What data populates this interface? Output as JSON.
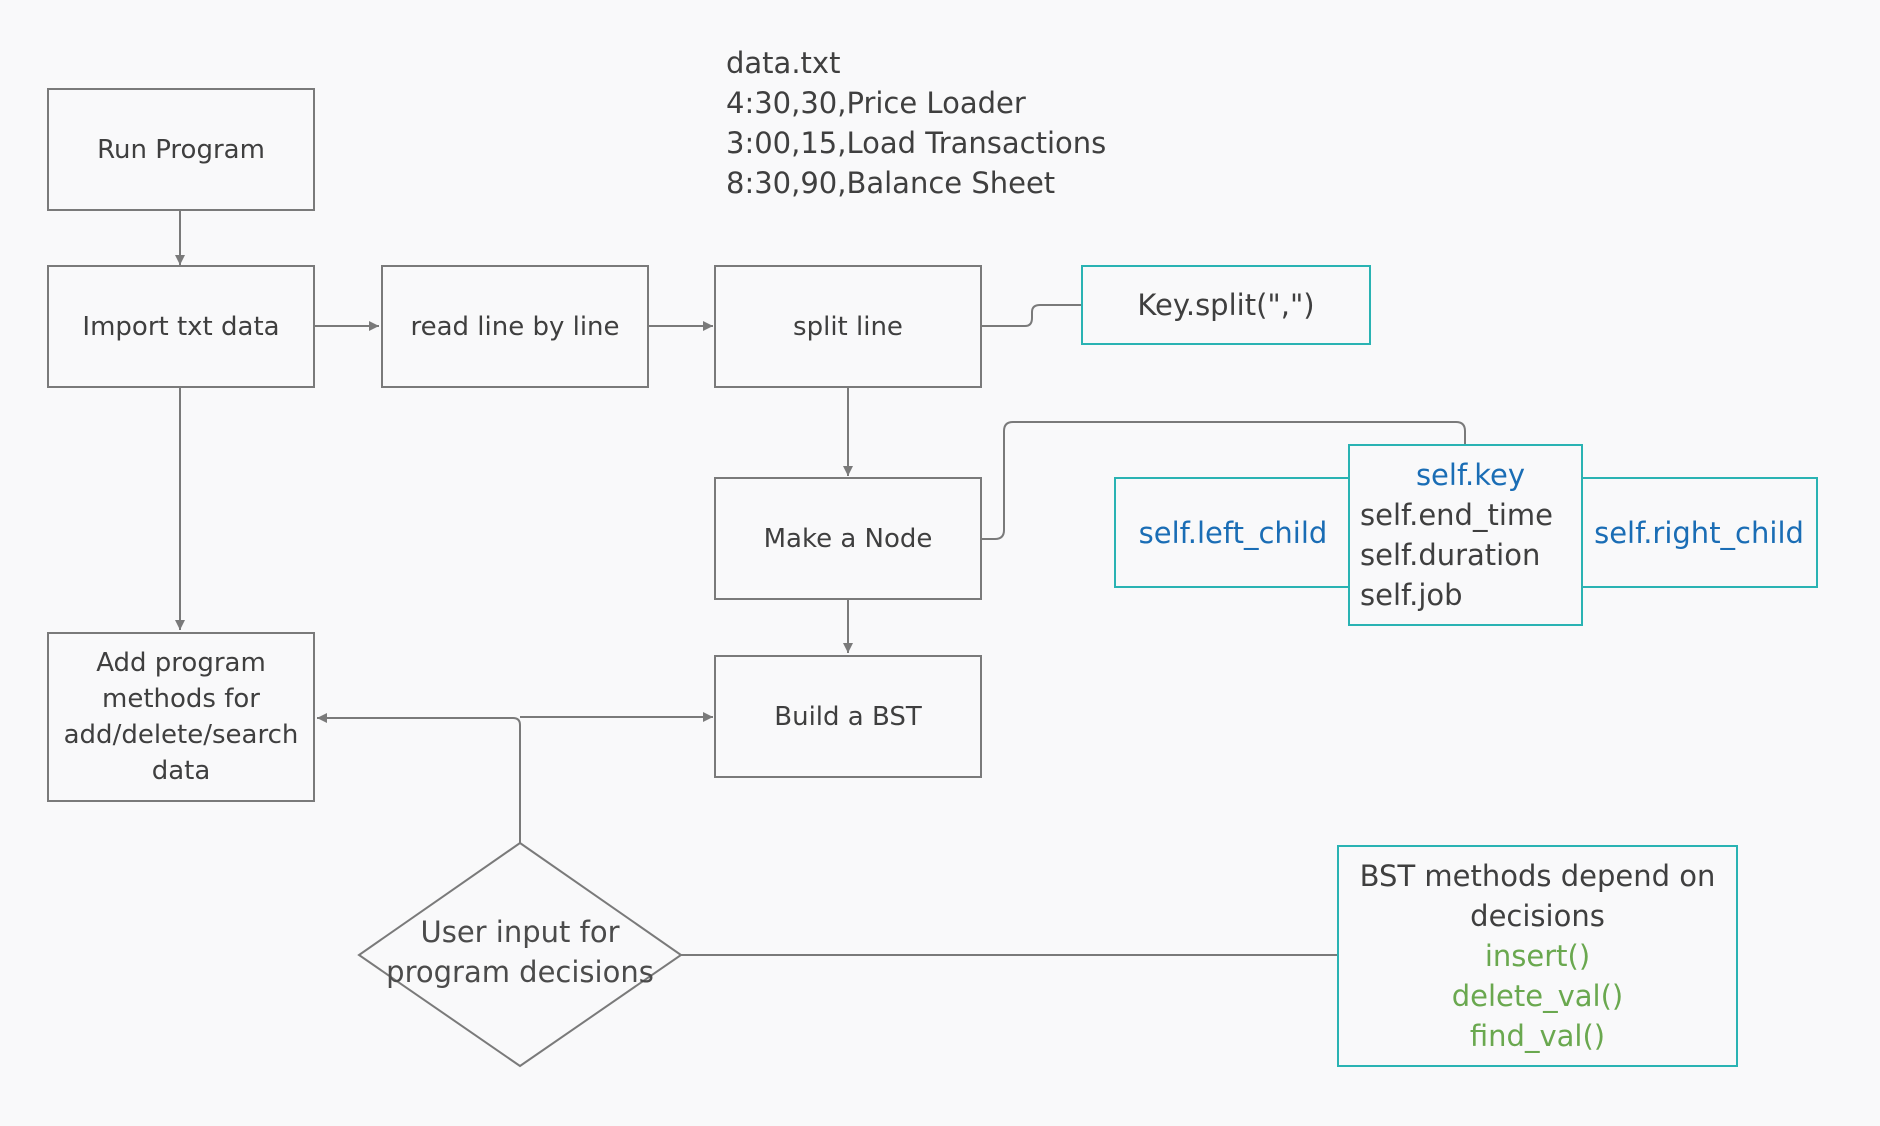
{
  "data_file": {
    "title": "data.txt",
    "lines": [
      "4:30,30,Price Loader",
      "3:00,15,Load Transactions",
      "8:30,90,Balance Sheet"
    ]
  },
  "nodes": {
    "run_program": "Run Program",
    "import_txt": "Import txt data",
    "read_line": "read line by line",
    "split_line": "split line",
    "key_split": "Key.split(\",\")",
    "make_node": "Make a Node",
    "build_bst": "Build a BST",
    "add_methods": [
      "Add program",
      "methods for",
      "add/delete/search",
      "data"
    ],
    "user_input": [
      "User input for",
      "program decisions"
    ]
  },
  "node_fields": {
    "key": "self.key",
    "end_time": "self.end_time",
    "duration": "self.duration",
    "job": "self.job",
    "left_child": "self.left_child",
    "right_child": "self.right_child"
  },
  "bst_methods": {
    "title": [
      "BST methods depend on",
      "decisions"
    ],
    "methods": [
      "insert()",
      "delete_val()",
      "find_val()"
    ]
  },
  "colors": {
    "box_border": "#7a7a7a",
    "teal_border": "#2ab3b3",
    "field_blue": "#1a6db5",
    "method_green": "#6aa84f",
    "background": "#f9f9fa"
  }
}
